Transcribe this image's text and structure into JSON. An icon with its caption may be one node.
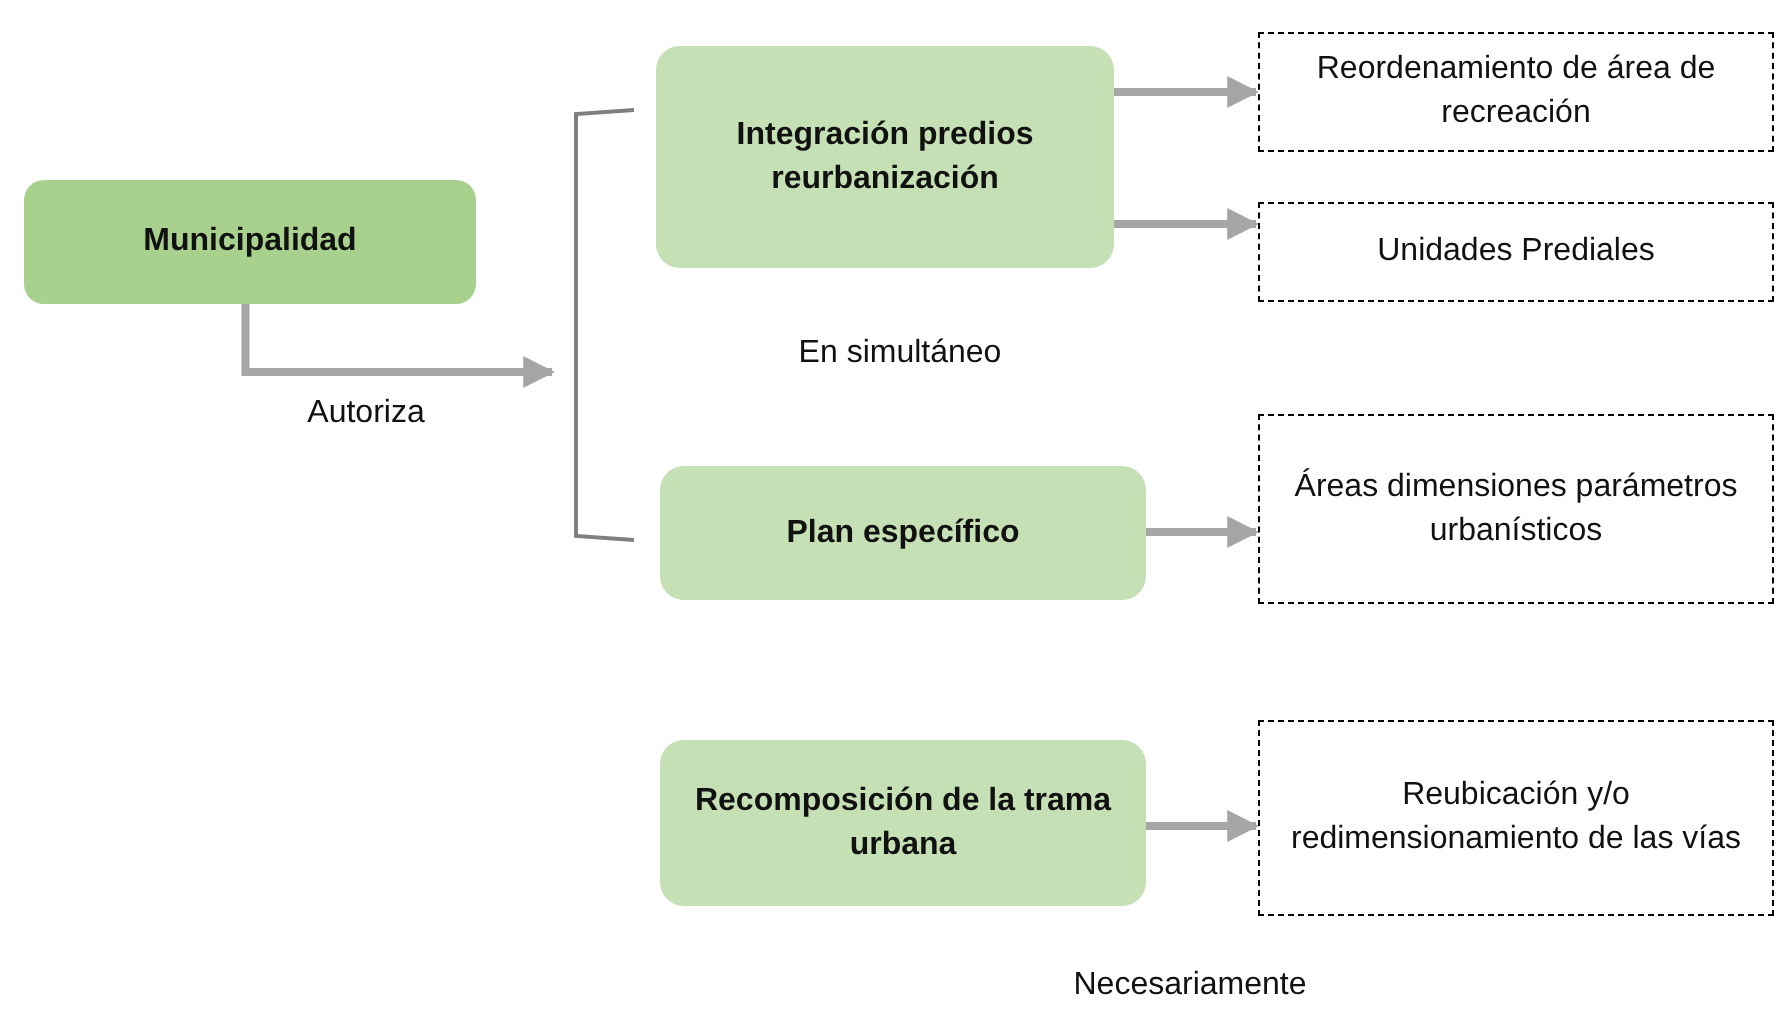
{
  "diagram": {
    "nodes": [
      {
        "text": [
          "Municipalidad"
        ]
      },
      {
        "text": [
          "Integración predios reurbanización"
        ]
      },
      {
        "text": [
          "Plan específico"
        ]
      },
      {
        "text": [
          "Recomposición de la trama urbana"
        ]
      },
      {
        "text": [
          "Reordenamiento de área de recreación"
        ]
      },
      {
        "text": [
          "Unidades Prediales"
        ]
      },
      {
        "text": [
          "Áreas dimensiones parámetros urbanísticos"
        ]
      },
      {
        "text": [
          "Reubicación y/o redimensionamiento de las vías"
        ]
      },
      {
        "text": [],
        "shape": "bracket"
      }
    ],
    "edges": [
      {
        "from": 0,
        "to": 8,
        "arrow": "to",
        "label": "Autoriza"
      },
      {
        "from": 1,
        "to": 4,
        "arrow": "to"
      },
      {
        "from": 1,
        "to": 5,
        "arrow": "to"
      },
      {
        "from": 2,
        "to": 6,
        "arrow": "to"
      },
      {
        "from": 3,
        "to": 7,
        "arrow": "to"
      }
    ],
    "labels": [
      "En simultáneo",
      "Necesariamente"
    ]
  }
}
